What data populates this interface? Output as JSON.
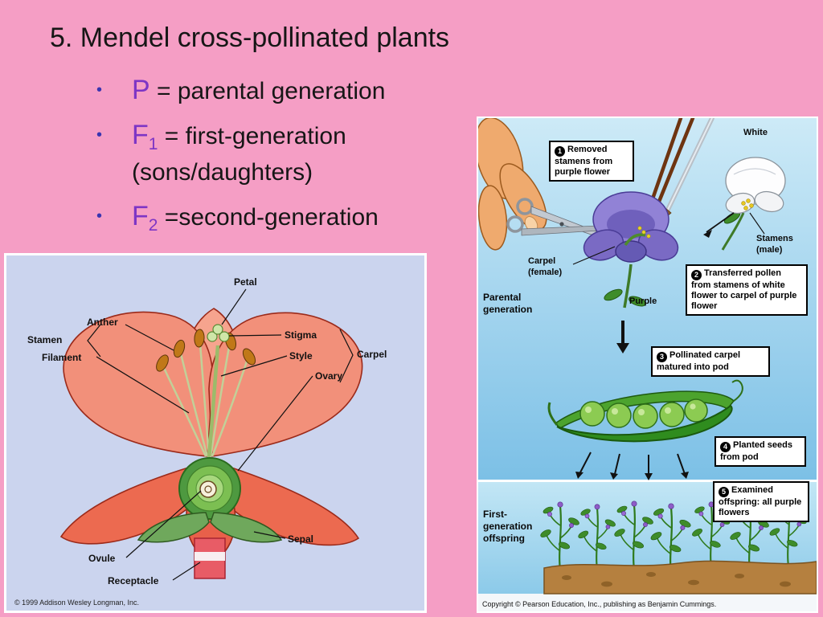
{
  "slide": {
    "title": "5. Mendel cross-pollinated plants",
    "bullet_glyph": "•",
    "bullets": [
      {
        "term": "P",
        "sub": "",
        "rest": " = parental generation"
      },
      {
        "term": "F",
        "sub": "1",
        "rest": " =  first-generation (sons/daughters)"
      },
      {
        "term": "F",
        "sub": "2",
        "rest": " =second-generation"
      }
    ]
  },
  "flower_figure": {
    "labels": {
      "petal": "Petal",
      "anther": "Anther",
      "stamen": "Stamen",
      "filament": "Filament",
      "stigma": "Stigma",
      "style": "Style",
      "ovary": "Ovary",
      "carpel": "Carpel",
      "sepal": "Sepal",
      "ovule": "Ovule",
      "receptacle": "Receptacle"
    },
    "copyright": "© 1999 Addison Wesley Longman, Inc."
  },
  "mendel_figure": {
    "labels": {
      "white": "White",
      "stamens_male": "Stamens (male)",
      "carpel_female": "Carpel (female)",
      "purple": "Purple",
      "parental_generation": "Parental generation",
      "first_generation_offspring": "First-generation offspring"
    },
    "steps": [
      {
        "num": "1",
        "text": "Removed stamens from purple flower"
      },
      {
        "num": "2",
        "text": "Transferred pollen from stamens of white flower to carpel of purple flower"
      },
      {
        "num": "3",
        "text": "Pollinated carpel matured into pod"
      },
      {
        "num": "4",
        "text": "Planted seeds from pod"
      },
      {
        "num": "5",
        "text": "Examined offspring: all purple flowers"
      }
    ],
    "copyright": "Copyright © Pearson Education, Inc., publishing as Benjamin Cummings."
  },
  "colors": {
    "slide_background": "#f59ec5",
    "bullet_term_purple": "#7d35c5",
    "bullet_dot_blue": "#3a35b0",
    "flower_panel_background": "#cbd4ee",
    "mendel_sky_top": "#cdeaf7",
    "mendel_sky_bottom": "#7cc0e6",
    "callout_background": "#ffffff",
    "callout_border": "#000000"
  }
}
